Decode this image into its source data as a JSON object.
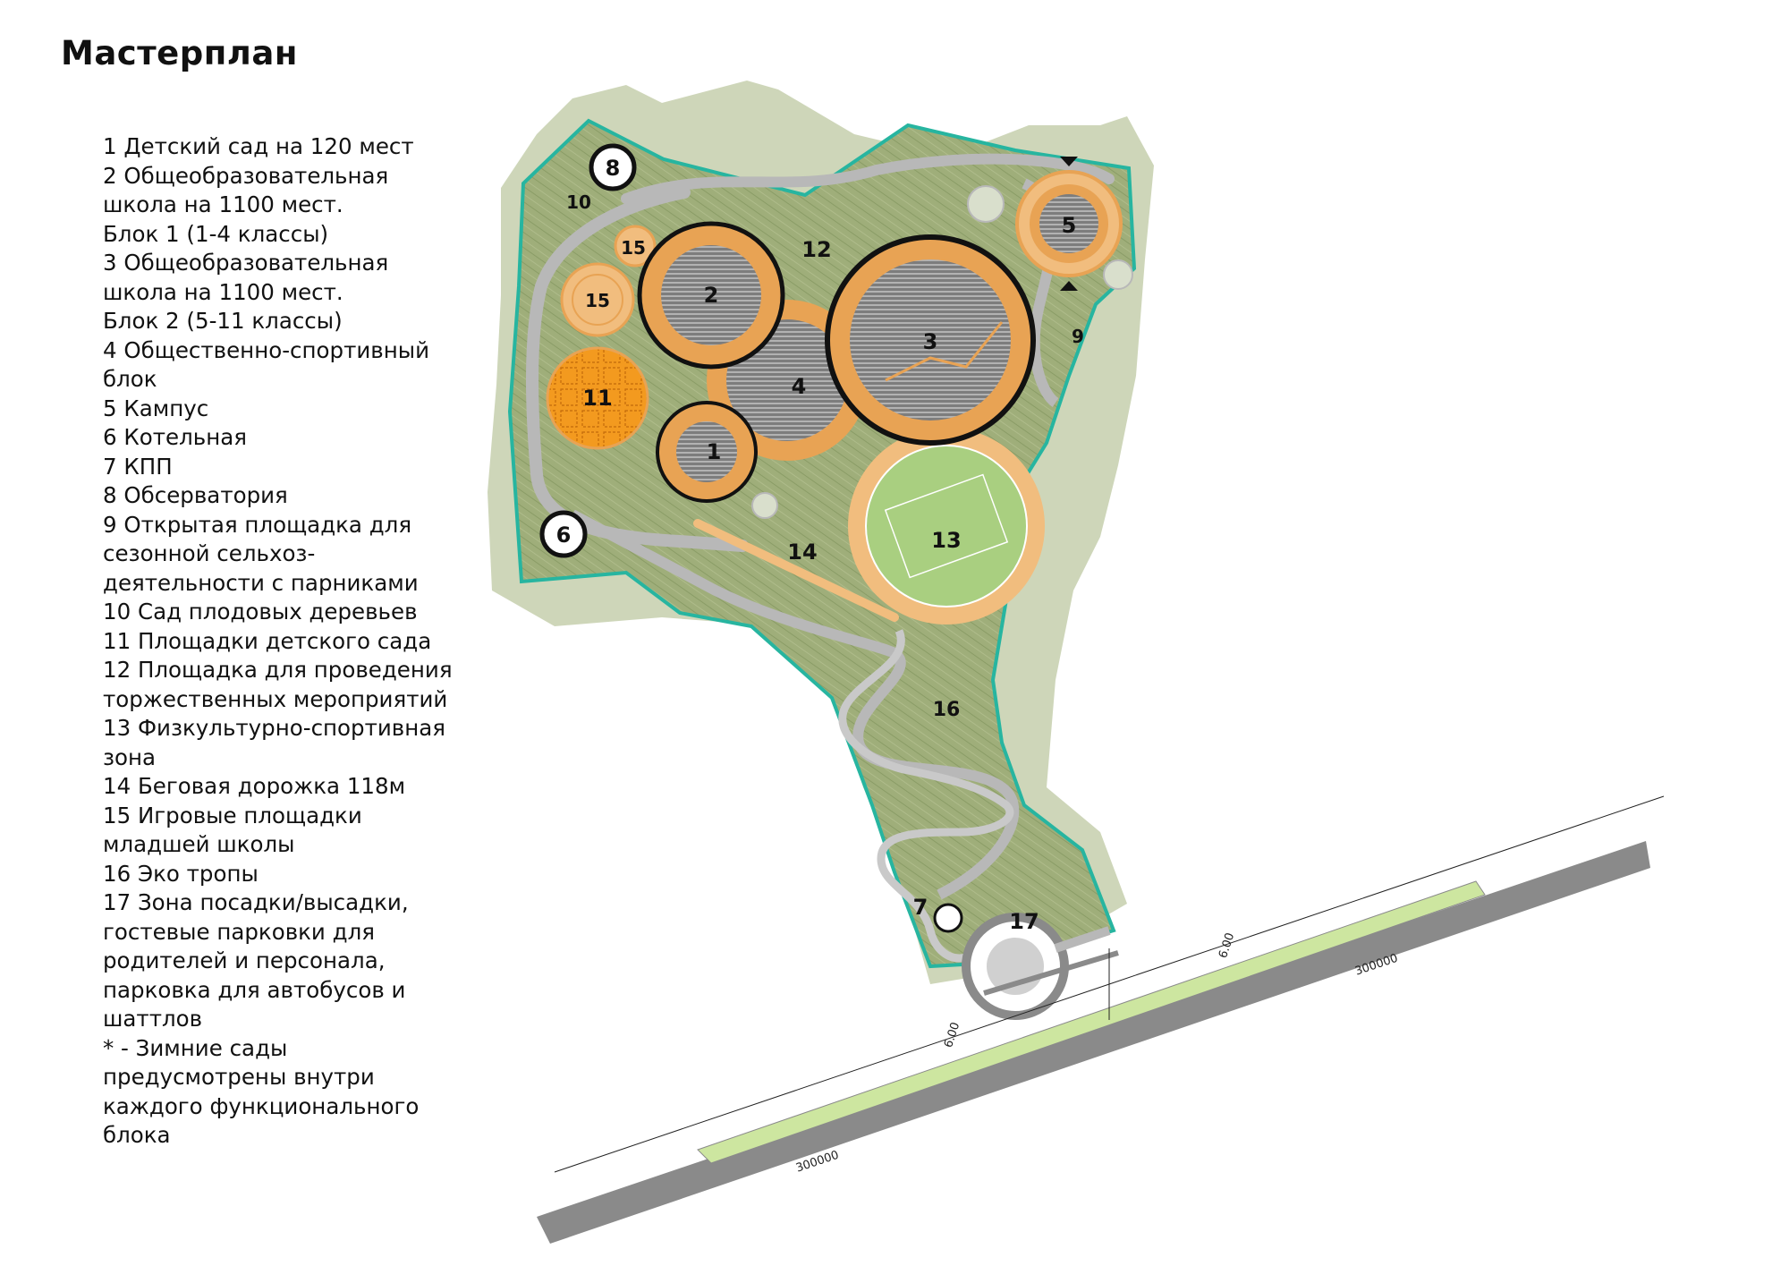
{
  "title": "Мастерплан",
  "legend": [
    "1 Детский сад на 120 мест",
    "2 Общеобразовательная",
    "школа на 1100 мест.",
    "Блок 1 (1-4 классы)",
    "3 Общеобразовательная",
    "школа на 1100 мест.",
    "Блок 2 (5-11 классы)",
    "4 Общественно-спортивный",
    "блок",
    "5 Кампус",
    "6 Котельная",
    "7 КПП",
    "8 Обсерватория",
    "9 Открытая площадка для",
    "сезонной сельхоз-",
    "деятельности с парниками",
    "10 Сад плодовых деревьев",
    "11 Площадки детского сада",
    "12 Площадка для проведения",
    "торжественных мероприятий",
    "13 Физкультурно-спортивная",
    "зона",
    "14 Беговая дорожка 118м",
    "15 Игровые площадки",
    "младшей школы",
    "16 Эко тропы",
    "17 Зона посадки/высадки,",
    "гостевые парковки для",
    "родителей и персонала,",
    "парковка для автобусов и",
    "шаттлов",
    "* - Зимние сады",
    "предусмотрены внутри",
    "каждого функционального",
    "блока"
  ],
  "map": {
    "labels": {
      "l1": "1",
      "l2": "2",
      "l3": "3",
      "l4": "4",
      "l5": "5",
      "l6": "6",
      "l7": "7",
      "l8": "8",
      "l9": "9",
      "l10": "10",
      "l11": "11",
      "l12": "12",
      "l13": "13",
      "l14": "14",
      "l15a": "15",
      "l15b": "15",
      "l16": "16",
      "l17": "17"
    },
    "dimensions": {
      "d_left": "300000",
      "d_right": "300000",
      "w_left": "6.00",
      "w_right": "6.00"
    },
    "colors": {
      "terrain": "#9fae7a",
      "terrain_dark": "#7f9460",
      "boundary": "#27b5a0",
      "orange": "#e8a354",
      "orange_light": "#f1bd7e",
      "orange_bright": "#f39a1f",
      "gray_roof": "#8c8c8c",
      "road": "#b8b8b8",
      "highway": "#8a8a8a",
      "median": "#cde6a0",
      "field": "#a9cf80"
    }
  }
}
